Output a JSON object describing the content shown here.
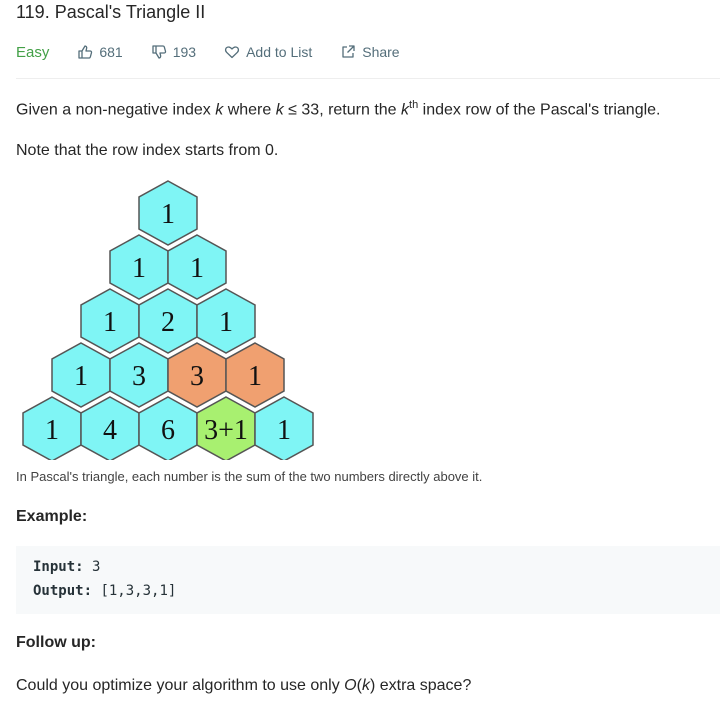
{
  "problem": {
    "title": "119. Pascal's Triangle II",
    "difficulty": "Easy",
    "likes": "681",
    "dislikes": "193",
    "add_to_list": "Add to List",
    "share": "Share"
  },
  "description": {
    "p1_pre": "Given a non-negative index ",
    "p1_k1": "k",
    "p1_mid": " where ",
    "p1_k2": "k",
    "p1_cond": " ≤ 33, return the ",
    "p1_k3": "k",
    "p1_sup": "th",
    "p1_post": " index row of the Pascal's triangle.",
    "p2": "Note that the row index starts from 0.",
    "caption": "In Pascal's triangle, each number is the sum of the two numbers directly above it."
  },
  "triangle": {
    "rows": [
      [
        "1"
      ],
      [
        "1",
        "1"
      ],
      [
        "1",
        "2",
        "1"
      ],
      [
        "1",
        "3",
        "3",
        "1"
      ],
      [
        "1",
        "4",
        "6",
        "3+1",
        "1"
      ]
    ],
    "colors": {
      "default": "#7ff5f5",
      "highlight": "#f0a070",
      "sum": "#a8f070"
    }
  },
  "example": {
    "heading": "Example:",
    "input_label": "Input:",
    "input_value": "3",
    "output_label": "Output:",
    "output_value": "[1,3,3,1]"
  },
  "follow_up": {
    "heading": "Follow up:",
    "text_pre": "Could you optimize your algorithm to use only ",
    "text_o": "O",
    "text_open": "(",
    "text_k": "k",
    "text_close": ")",
    "text_post": " extra space?"
  }
}
